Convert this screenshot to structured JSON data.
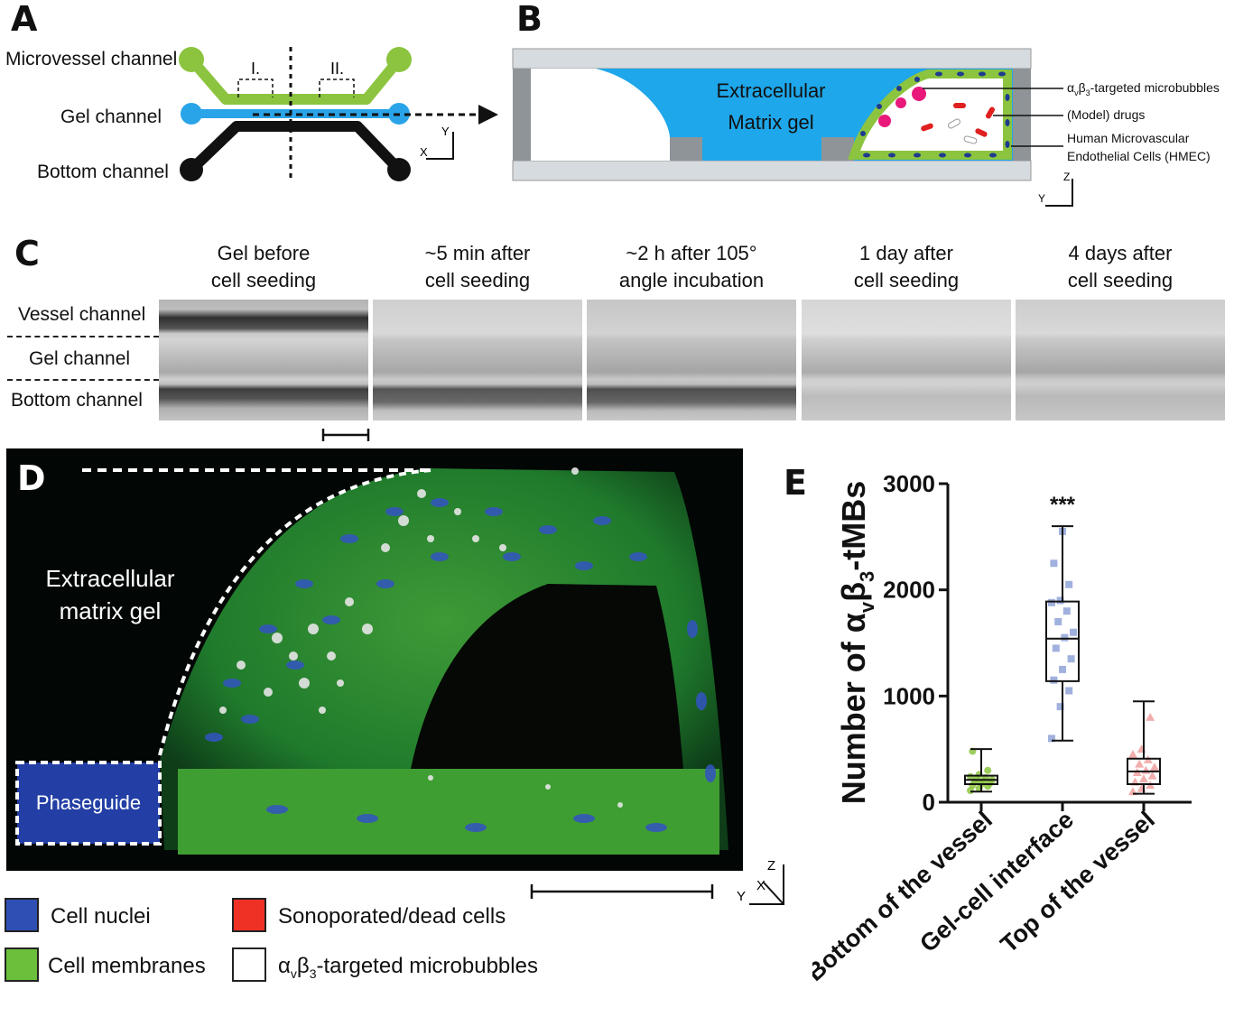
{
  "panels": {
    "a": "A",
    "b": "B",
    "c": "C",
    "d": "D",
    "e": "E"
  },
  "panel_a": {
    "microvessel_channel": "Microvessel channel",
    "gel_channel": "Gel channel",
    "bottom_channel": "Bottom channel",
    "region_1": "I.",
    "region_2": "II.",
    "axis_x": "X",
    "axis_y": "Y",
    "colors": {
      "microvessel": "#8cc43f",
      "gel": "#2aa4e8",
      "bottom": "#111111"
    }
  },
  "panel_b": {
    "gel_label_line1": "Extracellular",
    "gel_label_line2": "Matrix gel",
    "mb_label_prefix": "α",
    "mb_label_sub1": "v",
    "mb_label_mid": "β",
    "mb_label_sub2": "3",
    "mb_label_suffix": "-targeted microbubbles",
    "drugs_label": "(Model) drugs",
    "hmec_line1": "Human Microvascular",
    "hmec_line2": "Endothelial Cells (HMEC)",
    "axis_z": "Z",
    "axis_y": "Y",
    "colors": {
      "gel": "#1ea7ea",
      "cells": "#8cc43f",
      "nuclei": "#1e3b8f",
      "microbubble": "#e8197a",
      "drug": "#e02020"
    }
  },
  "panel_c": {
    "row_labels": [
      "Vessel channel",
      "Gel channel",
      "Bottom channel"
    ],
    "columns": [
      {
        "line1": "Gel before",
        "line2": "cell seeding"
      },
      {
        "line1": "~5 min after",
        "line2": "cell seeding"
      },
      {
        "line1": "~2 h after 105°",
        "line2": "angle incubation"
      },
      {
        "line1": "1 day after",
        "line2": "cell seeding"
      },
      {
        "line1": "4 days after",
        "line2": "cell seeding"
      }
    ]
  },
  "panel_d": {
    "gel_line1": "Extracellular",
    "gel_line2": "matrix gel",
    "phaseguide": "Phaseguide",
    "axis_z": "Z",
    "axis_x": "X",
    "axis_y": "Y"
  },
  "legend": [
    {
      "color": "#2f4fb5",
      "text": "Cell nuclei"
    },
    {
      "color": "#6cbf3a",
      "text": "Cell membranes"
    },
    {
      "color": "#ee3124",
      "text": "Sonoporated/dead cells"
    },
    {
      "color": "#ffffff",
      "prefix": "α",
      "sub1": "v",
      "mid": "β",
      "sub2": "3",
      "suffix": "-targeted microbubbles"
    }
  ],
  "chart_data": {
    "type": "box",
    "ylabel_prefix": "Number of α",
    "ylabel_sub1": "v",
    "ylabel_mid": "β",
    "ylabel_sub2": "3",
    "ylabel_suffix": "-tMBs",
    "ylim": [
      0,
      3000
    ],
    "yticks": [
      0,
      1000,
      2000,
      3000
    ],
    "categories": [
      "Bottom of the vessel",
      "Gel-cell interface",
      "Top of the vessel"
    ],
    "significance": [
      "",
      "***",
      ""
    ],
    "colors": [
      "#8cc43f",
      "#8fa3d8",
      "#f0a0a0"
    ],
    "series": [
      {
        "min": 100,
        "q1": 170,
        "median": 210,
        "q3": 250,
        "max": 500,
        "points": [
          110,
          130,
          150,
          160,
          170,
          180,
          190,
          200,
          210,
          220,
          230,
          240,
          260,
          300,
          480
        ]
      },
      {
        "min": 580,
        "q1": 1140,
        "median": 1540,
        "q3": 1890,
        "max": 2600,
        "points": [
          600,
          900,
          1050,
          1150,
          1250,
          1350,
          1450,
          1550,
          1600,
          1700,
          1800,
          1880,
          1900,
          2050,
          2250,
          2550
        ]
      },
      {
        "min": 80,
        "q1": 170,
        "median": 290,
        "q3": 410,
        "max": 950,
        "points": [
          100,
          130,
          160,
          190,
          220,
          250,
          280,
          300,
          330,
          360,
          400,
          450,
          500,
          800
        ]
      }
    ]
  }
}
